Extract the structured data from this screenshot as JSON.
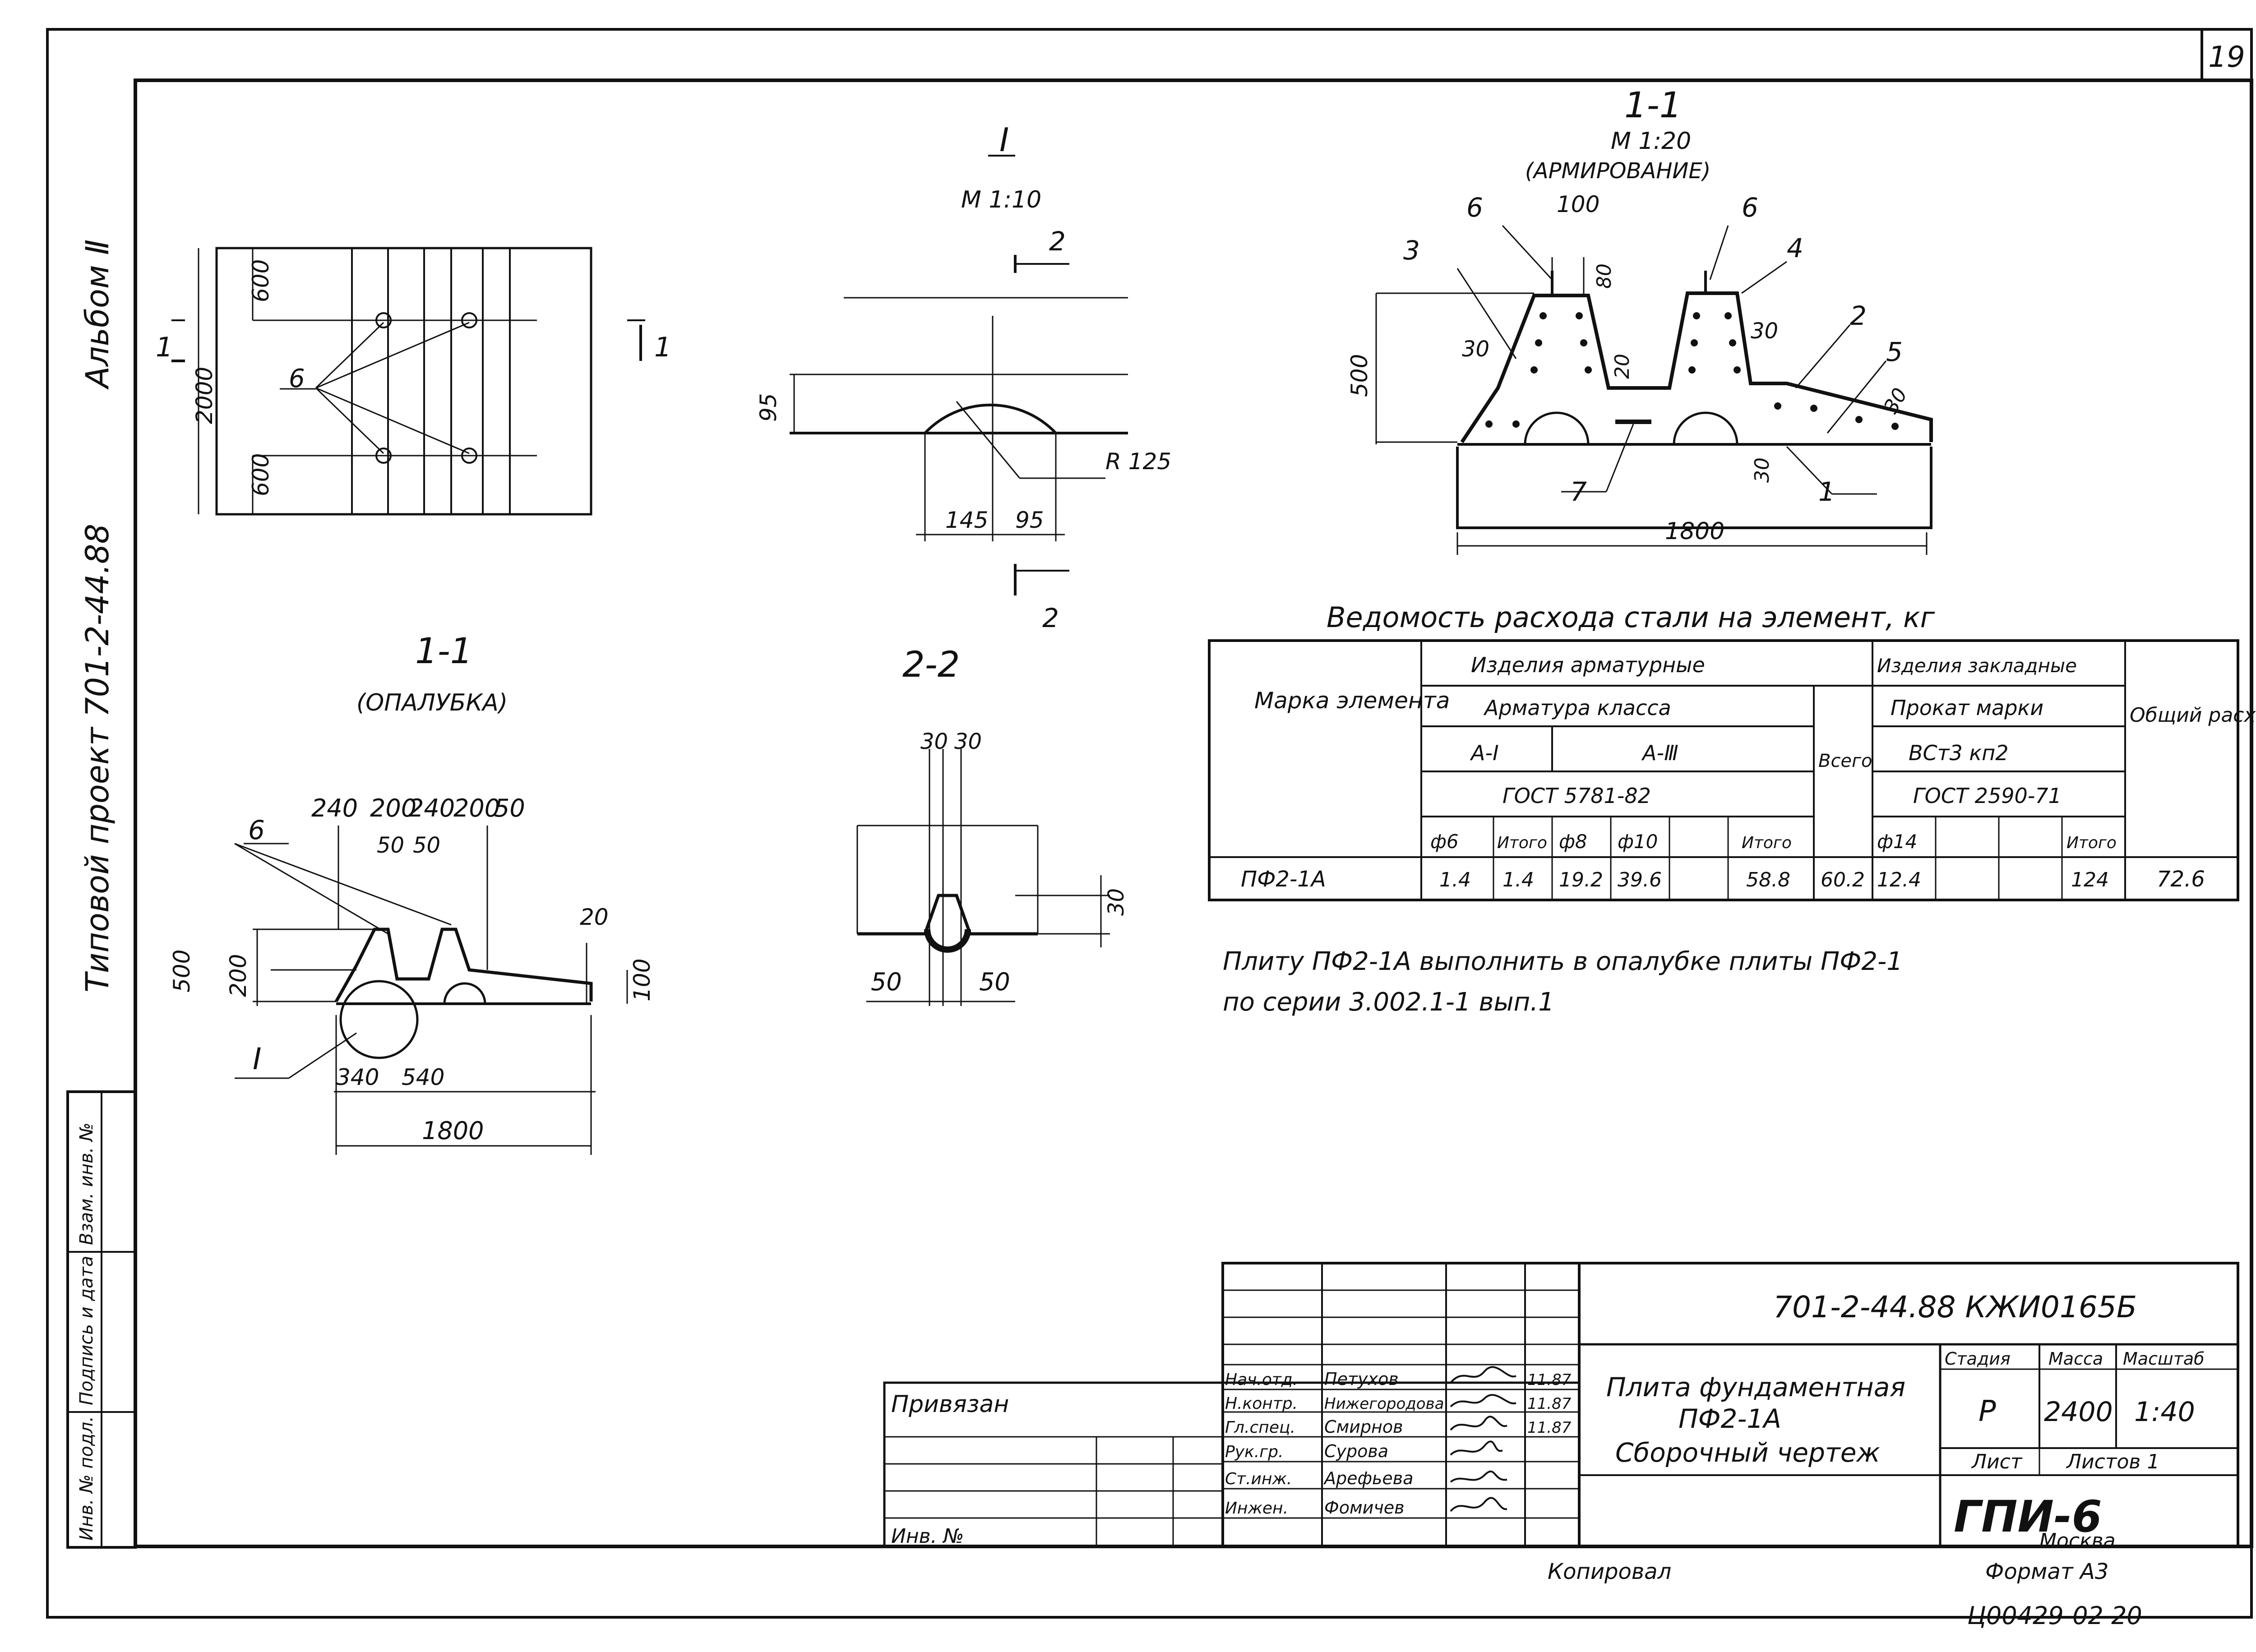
{
  "sheet": {
    "number": "19",
    "album": "Альбом Ⅱ",
    "project": "Типовой проект 701-2-44.88"
  },
  "left_stamp": {
    "cells": [
      "Инв. № подл.",
      "Подпись и дата",
      "Взам. инв. №"
    ]
  },
  "plan": {
    "dims": [
      "600",
      "2000",
      "600"
    ],
    "cut_label": "1",
    "leader": "6"
  },
  "detail1": {
    "title": "I",
    "scale": "М 1:10",
    "cut": "2",
    "dims": [
      "95",
      "145",
      "95",
      "R 125"
    ]
  },
  "section_reinf": {
    "title": "1-1",
    "scale": "М 1:20",
    "subtitle": "(АРМИРОВАНИЕ)",
    "dims": [
      "100",
      "80",
      "20",
      "30",
      "30",
      "30",
      "30",
      "500",
      "1800"
    ],
    "leaders": [
      "6",
      "6",
      "3",
      "4",
      "2",
      "5",
      "7",
      "1"
    ]
  },
  "section_form": {
    "title": "1-1",
    "subtitle": "(ОПАЛУБКА)",
    "dims_top": [
      "240",
      "200",
      "240",
      "200",
      "50"
    ],
    "dims_mid": [
      "50",
      "50"
    ],
    "dims": [
      "500",
      "200",
      "20",
      "100",
      "340",
      "540",
      "1800"
    ],
    "leader": "6",
    "callout": "I"
  },
  "section22": {
    "title": "2-2",
    "dims": [
      "30",
      "30",
      "30",
      "50",
      "50"
    ]
  },
  "table": {
    "title": "Ведомость расхода стали на элемент, кг",
    "headers": {
      "mark": "Марка элемента",
      "armatura": "Изделия арматурные",
      "zaklad": "Изделия закладные",
      "klass": "Арматура класса",
      "prokat": "Прокат марки",
      "a1": "А-I",
      "a3": "А-Ⅲ",
      "vsego": "Всего",
      "st": "ВСт3 кп2",
      "gost1": "ГОСТ 5781-82",
      "gost2": "ГОСТ 2590-71",
      "total": "Общий расход",
      "cols": [
        "ф6",
        "Итого",
        "ф8",
        "ф10",
        "",
        "Итого",
        "ф14",
        "",
        "",
        "Итого"
      ]
    },
    "row": [
      "ПФ2-1А",
      "1.4",
      "1.4",
      "19.2",
      "39.6",
      "",
      "58.8",
      "60.2",
      "12.4",
      "",
      "",
      "124",
      "72.6"
    ]
  },
  "note": [
    "Плиту ПФ2-1А выполнить в опалубке плиты ПФ2-1",
    "по серии 3.002.1-1 вып.1"
  ],
  "title_block": {
    "code": "701-2-44.88    КЖИ0165Б",
    "name": [
      "Плита фундаментная",
      "ПФ2-1А",
      "Сборочный чертеж"
    ],
    "stage_h": "Стадия",
    "mass_h": "Масса",
    "scale_h": "Масштаб",
    "stage": "Р",
    "mass": "2400",
    "scale": "1:40",
    "sheet": "Лист",
    "sheets": "Листов 1",
    "org": "ГПИ-6",
    "city": "Москва",
    "privyazan": "Привязан",
    "inv": "Инв. №",
    "roles": [
      "Нач.отд.",
      "Н.контр.",
      "Гл.спец.",
      "Рук.гр.",
      "Ст.инж.",
      "Инжен."
    ],
    "names": [
      "Петухов",
      "Нижегородова",
      "Смирнов",
      "Сурова",
      "Арефьева",
      "Фомичев"
    ],
    "dates": [
      "11.87",
      "11.87",
      "11.87",
      "",
      "",
      ""
    ]
  },
  "footer": {
    "copied": "Копировал",
    "format": "Формат А3",
    "id": "Ц00429-02   20"
  }
}
